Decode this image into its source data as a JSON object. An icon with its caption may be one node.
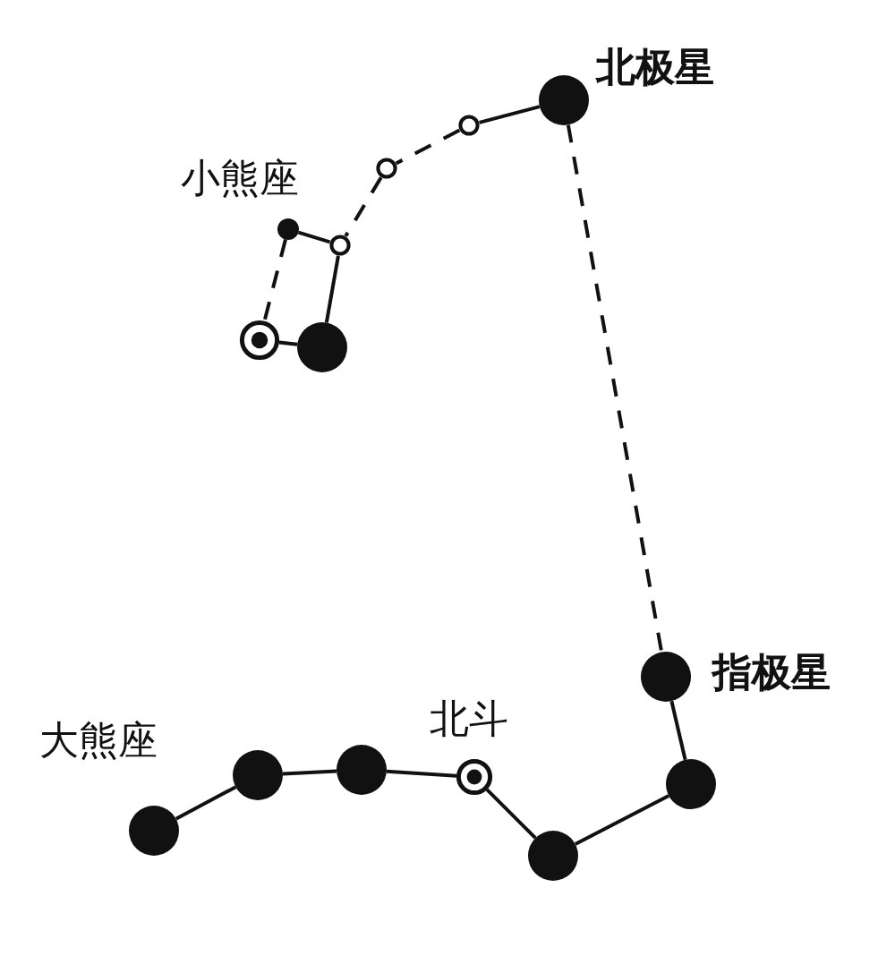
{
  "diagram": {
    "nodes": [
      {
        "text": [],
        "shape": "circle",
        "beside": [
          "北极星"
        ]
      },
      {
        "text": [],
        "shape": "circle"
      },
      {
        "text": [],
        "shape": "circle"
      },
      {
        "text": [],
        "shape": "circle"
      },
      {
        "text": [],
        "shape": "circle"
      },
      {
        "text": [],
        "shape": "circle"
      },
      {
        "text": [],
        "shape": "circle"
      },
      {
        "text": [],
        "shape": "circle",
        "beside": [
          "指极星"
        ]
      },
      {
        "text": [],
        "shape": "circle"
      },
      {
        "text": [],
        "shape": "circle"
      },
      {
        "text": [],
        "shape": "circle"
      },
      {
        "text": [],
        "shape": "circle"
      },
      {
        "text": [],
        "shape": "circle"
      },
      {
        "text": [],
        "shape": "circle"
      }
    ],
    "edges": [
      {
        "from": 0,
        "to": 1,
        "arrow": "none"
      },
      {
        "from": 1,
        "to": 2,
        "arrow": "none",
        "style": "dashed"
      },
      {
        "from": 2,
        "to": 4,
        "arrow": "none",
        "style": "dashed"
      },
      {
        "from": 4,
        "to": 3,
        "arrow": "none"
      },
      {
        "from": 3,
        "to": 5,
        "arrow": "none",
        "style": "dashed"
      },
      {
        "from": 4,
        "to": 6,
        "arrow": "none"
      },
      {
        "from": 5,
        "to": 6,
        "arrow": "none"
      },
      {
        "from": 0,
        "to": 7,
        "arrow": "none",
        "style": "dashed"
      },
      {
        "from": 7,
        "to": 8,
        "arrow": "none"
      },
      {
        "from": 8,
        "to": 9,
        "arrow": "none"
      },
      {
        "from": 9,
        "to": 10,
        "arrow": "none"
      },
      {
        "from": 10,
        "to": 11,
        "arrow": "none"
      },
      {
        "from": 11,
        "to": 12,
        "arrow": "none"
      },
      {
        "from": 12,
        "to": 13,
        "arrow": "none"
      }
    ],
    "labels": [
      "小熊座",
      "北斗",
      "大熊座"
    ]
  }
}
